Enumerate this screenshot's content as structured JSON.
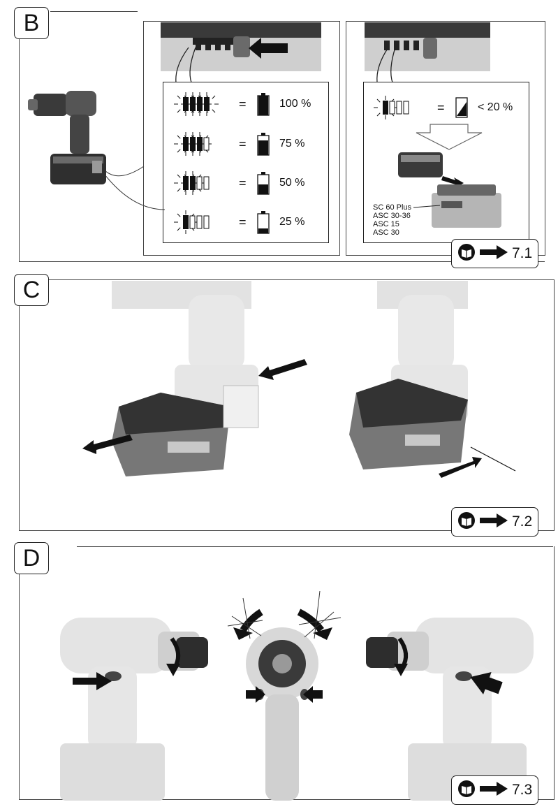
{
  "sections": {
    "b": {
      "letter": "B",
      "ref": "7.1"
    },
    "c": {
      "letter": "C",
      "ref": "7.2"
    },
    "d": {
      "letter": "D",
      "ref": "7.3"
    }
  },
  "battery_levels": [
    {
      "percent": "100 %",
      "lit_segments": 4
    },
    {
      "percent": "75 %",
      "lit_segments": 3
    },
    {
      "percent": "50 %",
      "lit_segments": 2
    },
    {
      "percent": "25 %",
      "lit_segments": 1
    }
  ],
  "equals": "=",
  "low_battery": {
    "percent": "< 20 %",
    "lit_segments": 1
  },
  "chargers": [
    "SC 60 Plus",
    "ASC 30-36",
    "ASC 15",
    "ASC 30"
  ],
  "icons": [
    "manual-book-icon",
    "arrow-right-icon",
    "rotation-arrow-icon",
    "push-arrow-icon"
  ]
}
